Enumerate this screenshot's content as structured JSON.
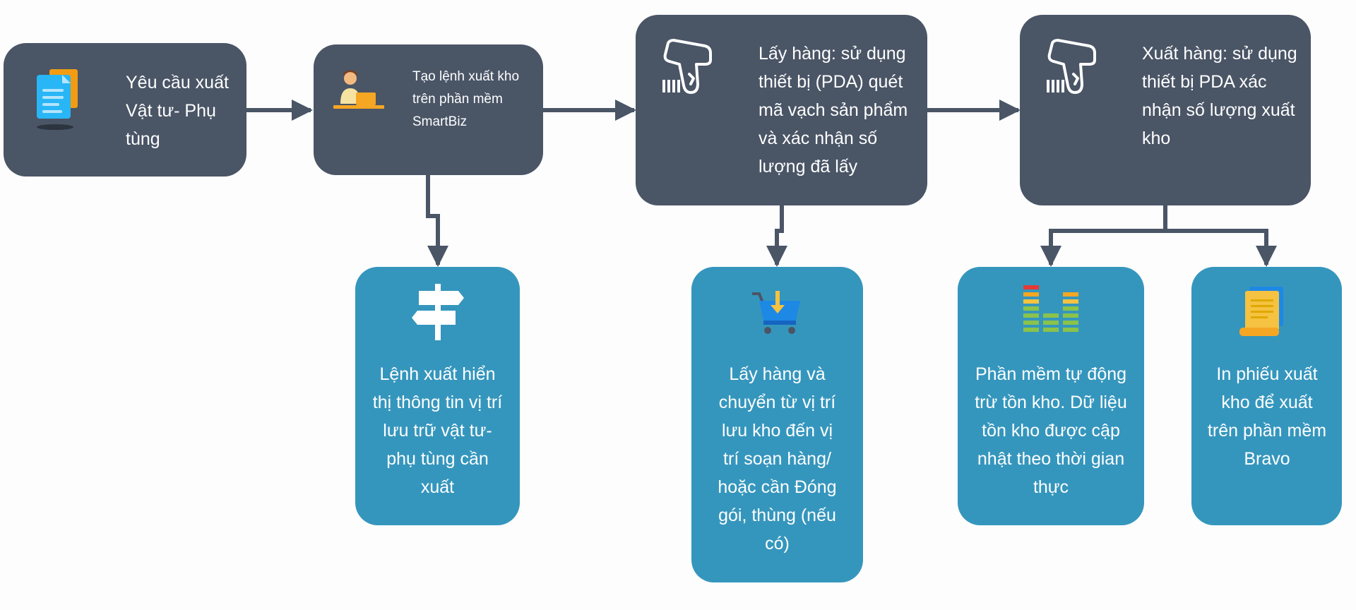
{
  "colors": {
    "dark_box": "#4a5566",
    "blue_box": "#3596bd",
    "arrow": "#4a5566",
    "background": "#fdfdfd"
  },
  "steps": [
    {
      "icon": "document-icon",
      "text": "Yêu cầu xuất Vật tư- Phụ tùng"
    },
    {
      "icon": "person-laptop-icon",
      "text": "Tạo lệnh xuất kho trên phần mềm SmartBiz"
    },
    {
      "icon": "barcode-scanner-icon",
      "text": "Lấy hàng: sử dụng thiết bị (PDA) quét mã vạch sản phẩm và xác nhận số lượng đã lấy"
    },
    {
      "icon": "barcode-scanner-icon",
      "text": "Xuất hàng: sử dụng thiết bị PDA xác nhận số lượng xuất kho"
    }
  ],
  "details": [
    {
      "icon": "signpost-icon",
      "text": "Lệnh xuất hiển thị thông tin vị trí lưu trữ vật tư- phụ tùng cần xuất"
    },
    {
      "icon": "shopping-cart-icon",
      "text": "Lấy hàng và chuyển từ vị trí lưu kho đến vị trí soạn hàng/ hoặc cần Đóng gói, thùng (nếu có)"
    },
    {
      "icon": "level-meter-icon",
      "text": "Phần mềm tự động trừ tồn kho. Dữ liệu tồn kho được cập nhật theo thời gian thực"
    },
    {
      "icon": "printed-slip-icon",
      "text": "In phiếu xuất kho để xuất trên phần mềm Bravo"
    }
  ]
}
